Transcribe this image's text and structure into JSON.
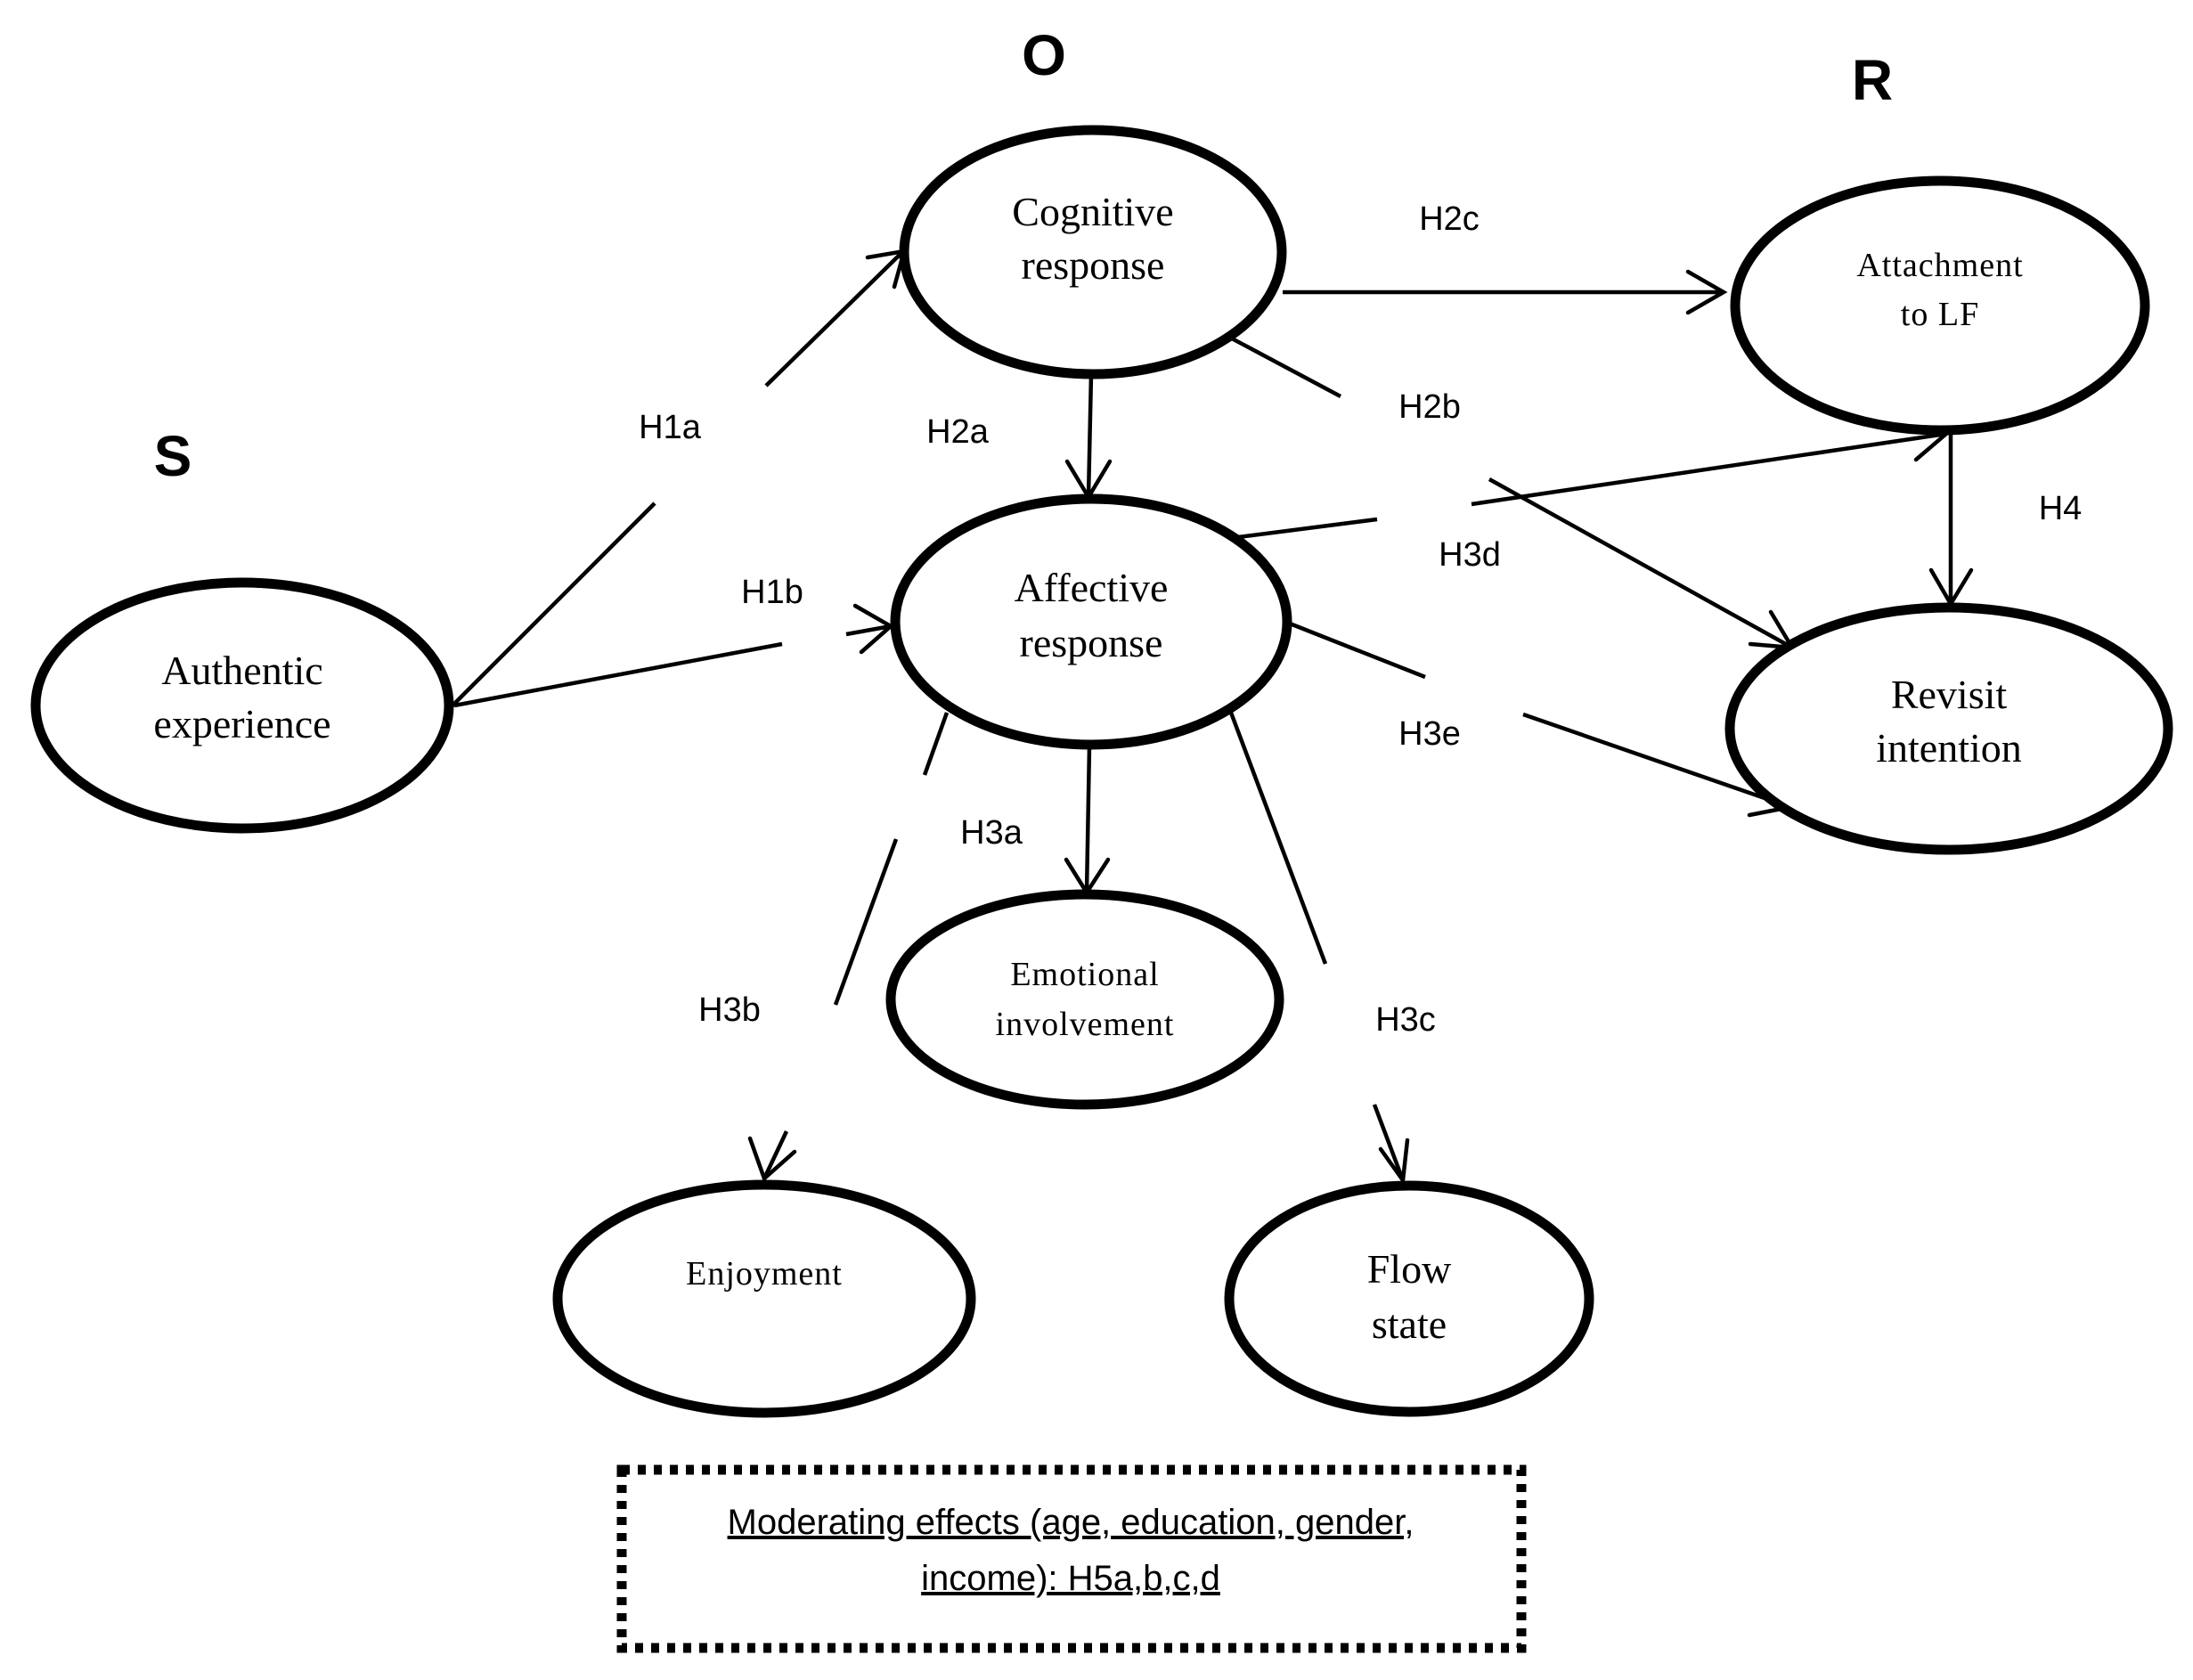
{
  "stages": {
    "s": "S",
    "o": "O",
    "r": "R"
  },
  "nodes": {
    "authentic": [
      "Authentic",
      "experience"
    ],
    "cognitive": [
      "Cognitive",
      "response"
    ],
    "affective": [
      "Affective",
      "response"
    ],
    "attachment": [
      "Attachment",
      "to  LF"
    ],
    "revisit": [
      "Revisit",
      "intention"
    ],
    "emotional": [
      "Emotional",
      "involvement"
    ],
    "enjoyment": [
      "Enjoyment"
    ],
    "flow": [
      "Flow",
      "state"
    ]
  },
  "edges": {
    "h1a": "H1a",
    "h1b": "H1b",
    "h2a": "H2a",
    "h2b": "H2b",
    "h2c": "H2c",
    "h3a": "H3a",
    "h3b": "H3b",
    "h3c": "H3c",
    "h3d": "H3d",
    "h3e": "H3e",
    "h4": "H4"
  },
  "moderator": {
    "line1": "Moderating effects (age, education, gender,",
    "line2": "income): H5a,b,c,d"
  }
}
